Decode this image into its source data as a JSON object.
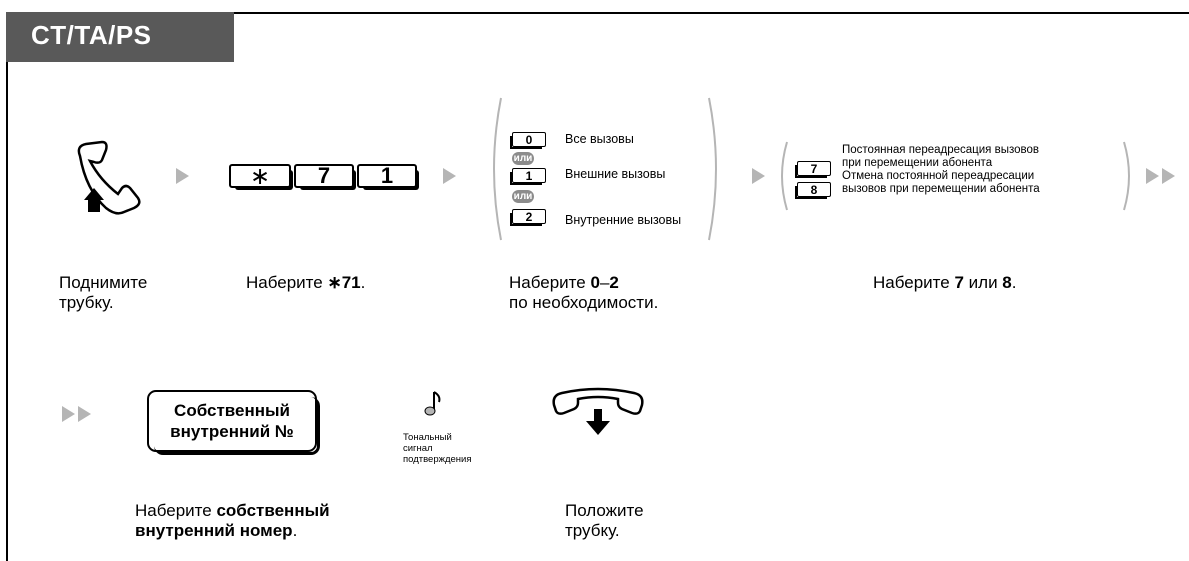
{
  "tab": {
    "label": "CT/TA/PS"
  },
  "keys": {
    "star": "∗",
    "seven": "7",
    "one": "1"
  },
  "group1": {
    "options": [
      {
        "key": "0",
        "label": "Все вызовы"
      },
      {
        "key": "1",
        "label": "Внешние вызовы"
      },
      {
        "key": "2",
        "label": "Внутренние вызовы"
      }
    ],
    "or_label": "или"
  },
  "group2": {
    "options": [
      {
        "key": "7",
        "label_line1": "Постоянная переадресация вызовов",
        "label_line2": "при перемещении абонента"
      },
      {
        "key": "8",
        "label_line1": "Отмена постоянной переадресации",
        "label_line2": "вызовов при перемещении абонента"
      }
    ]
  },
  "captions": {
    "pickup": {
      "line1": "Поднимите",
      "line2": "трубку."
    },
    "dial71": {
      "prefix": "Наберите ",
      "star": "∗",
      "code": "71",
      "suffix": "."
    },
    "dial02": {
      "prefix": "Наберите ",
      "range_start": "0",
      "dash": "–",
      "range_end": "2",
      "line2": "по необходимости."
    },
    "dial78": {
      "prefix": "Наберите ",
      "a": "7",
      "mid": " или ",
      "b": "8",
      "suffix": "."
    },
    "own": {
      "prefix": "Наберите ",
      "bold1": "собственный",
      "bold2": "внутренний номер",
      "suffix": "."
    },
    "hangup": {
      "line1": "Положите",
      "line2": "трубку."
    }
  },
  "own_box": {
    "line1": "Собственный",
    "line2": "внутренний №"
  },
  "tone": {
    "line1": "Тональный",
    "line2": "сигнал",
    "line3": "подтверждения"
  },
  "colors": {
    "tab_bg": "#595959",
    "arrow": "#b5b5b5",
    "or_badge": "#8c8c8c"
  }
}
